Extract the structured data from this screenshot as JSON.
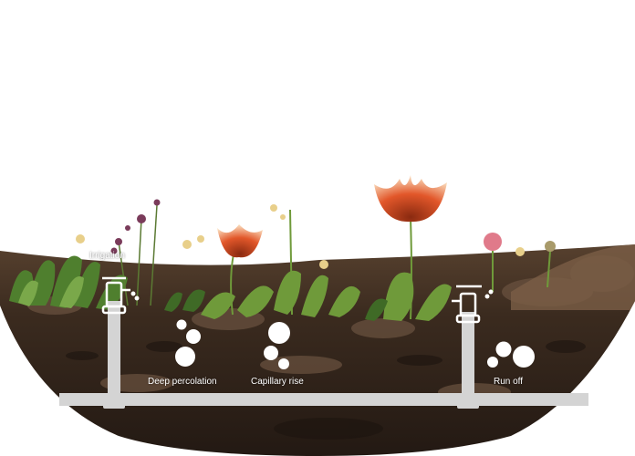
{
  "labels": {
    "irrigation": "Irrigation",
    "deep_percolation": "Deep percolation",
    "capillary_rise": "Capillary rise",
    "run_off": "Run off"
  },
  "colors": {
    "soil_dark": "#2e2119",
    "soil_mid": "#4a3627",
    "soil_light": "#6b5340",
    "pipe": "#d4d4d4",
    "icon": "#ffffff",
    "flower_orange": "#e2572a",
    "flower_cream": "#f6d9b9",
    "leaf": "#6f9a3a",
    "leaf_dark": "#3f6a26"
  }
}
